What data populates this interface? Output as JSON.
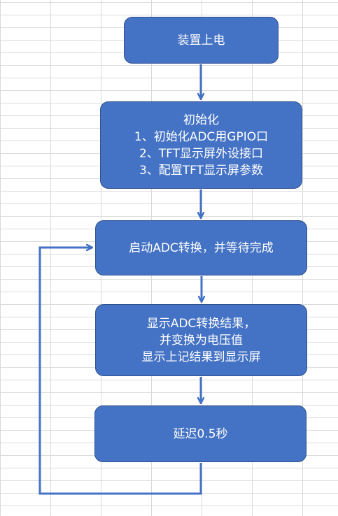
{
  "flowchart": {
    "steps": [
      {
        "lines": [
          "装置上电"
        ]
      },
      {
        "lines": [
          "初始化",
          "1、初始化ADC用GPIO口",
          "2、TFT显示屏外设接口",
          "3、配置TFT显示屏参数"
        ]
      },
      {
        "lines": [
          "启动ADC转换，并等待完成"
        ]
      },
      {
        "lines": [
          "显示ADC转换结果，",
          "并变换为电压值",
          "显示上记结果到显示屏"
        ]
      },
      {
        "lines": [
          "延迟0.5秒"
        ]
      }
    ],
    "colors": {
      "box_fill": "#4472c4",
      "box_border": "#2f528f",
      "arrow": "#4472c4",
      "text": "#ffffff"
    }
  }
}
